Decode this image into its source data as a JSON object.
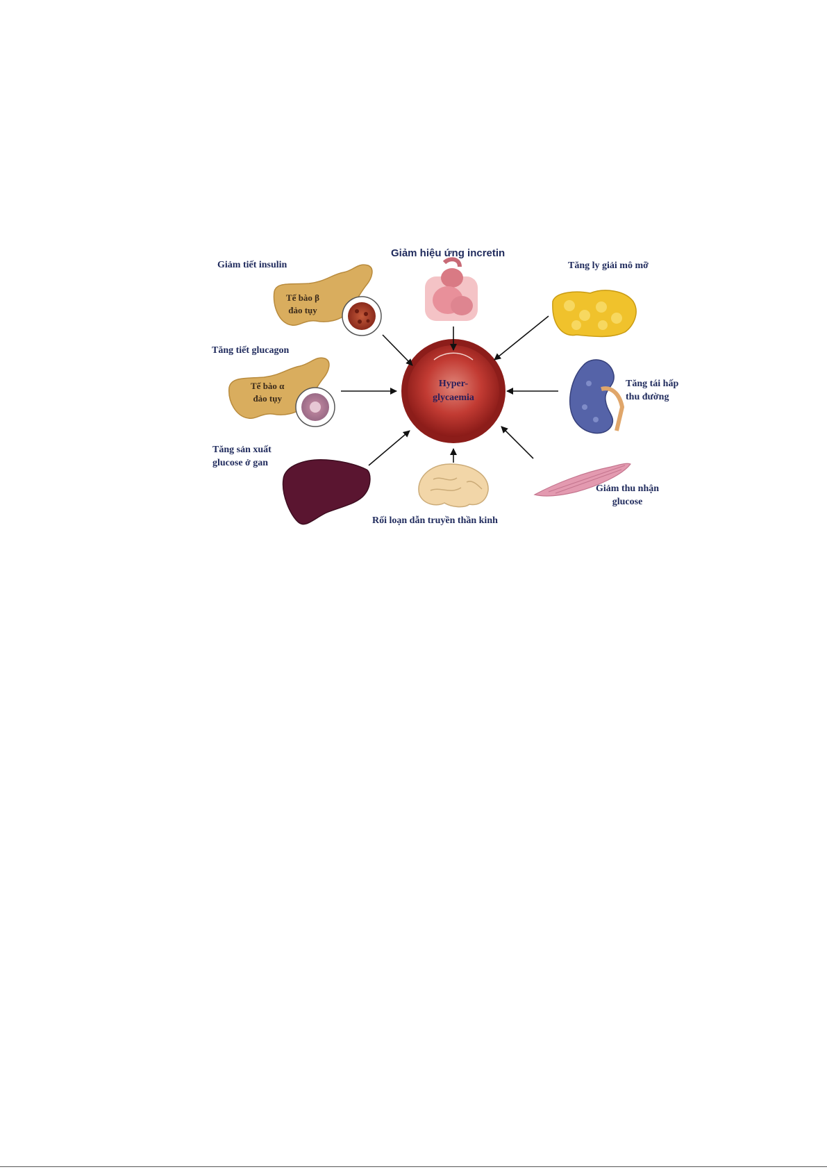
{
  "diagram": {
    "center": {
      "line1": "Hyper-",
      "line2": "glycaemia"
    },
    "factors": [
      {
        "id": "insulin",
        "label": "Giảm tiết insulin",
        "organ_line1": "Tế bào β",
        "organ_line2": "đảo tụy"
      },
      {
        "id": "glucagon",
        "label": "Tăng tiết glucagon",
        "organ_line1": "Tế bào α",
        "organ_line2": "đảo tụy"
      },
      {
        "id": "liver",
        "label_line1": "Tăng sản xuất",
        "label_line2": "glucose ở gan"
      },
      {
        "id": "incretin",
        "label": "Giảm hiệu ứng incretin"
      },
      {
        "id": "brain",
        "label": "Rối loạn dẫn truyền thần kinh"
      },
      {
        "id": "fat",
        "label": "Tăng ly giải mô mỡ"
      },
      {
        "id": "kidney",
        "label_line1": "Tăng tái hấp",
        "label_line2": "thu đường"
      },
      {
        "id": "muscle",
        "label_line1": "Giảm thu nhận",
        "label_line2": "glucose"
      }
    ]
  },
  "colors": {
    "label": "#1f2a5c",
    "center_fill": "#b8302b",
    "pancreas": "#d9ad5e",
    "liver": "#5a1530",
    "fat": "#f0c22c",
    "kidney": "#5563a8",
    "muscle": "#e39ab0",
    "brain": "#f2d6a8",
    "gut": "#e8909a",
    "arrow": "#111111"
  },
  "icons": [
    "pancreas-icon",
    "islet-cell-icon",
    "liver-icon",
    "gut-icon",
    "brain-icon",
    "fat-tissue-icon",
    "kidney-icon",
    "muscle-icon"
  ]
}
